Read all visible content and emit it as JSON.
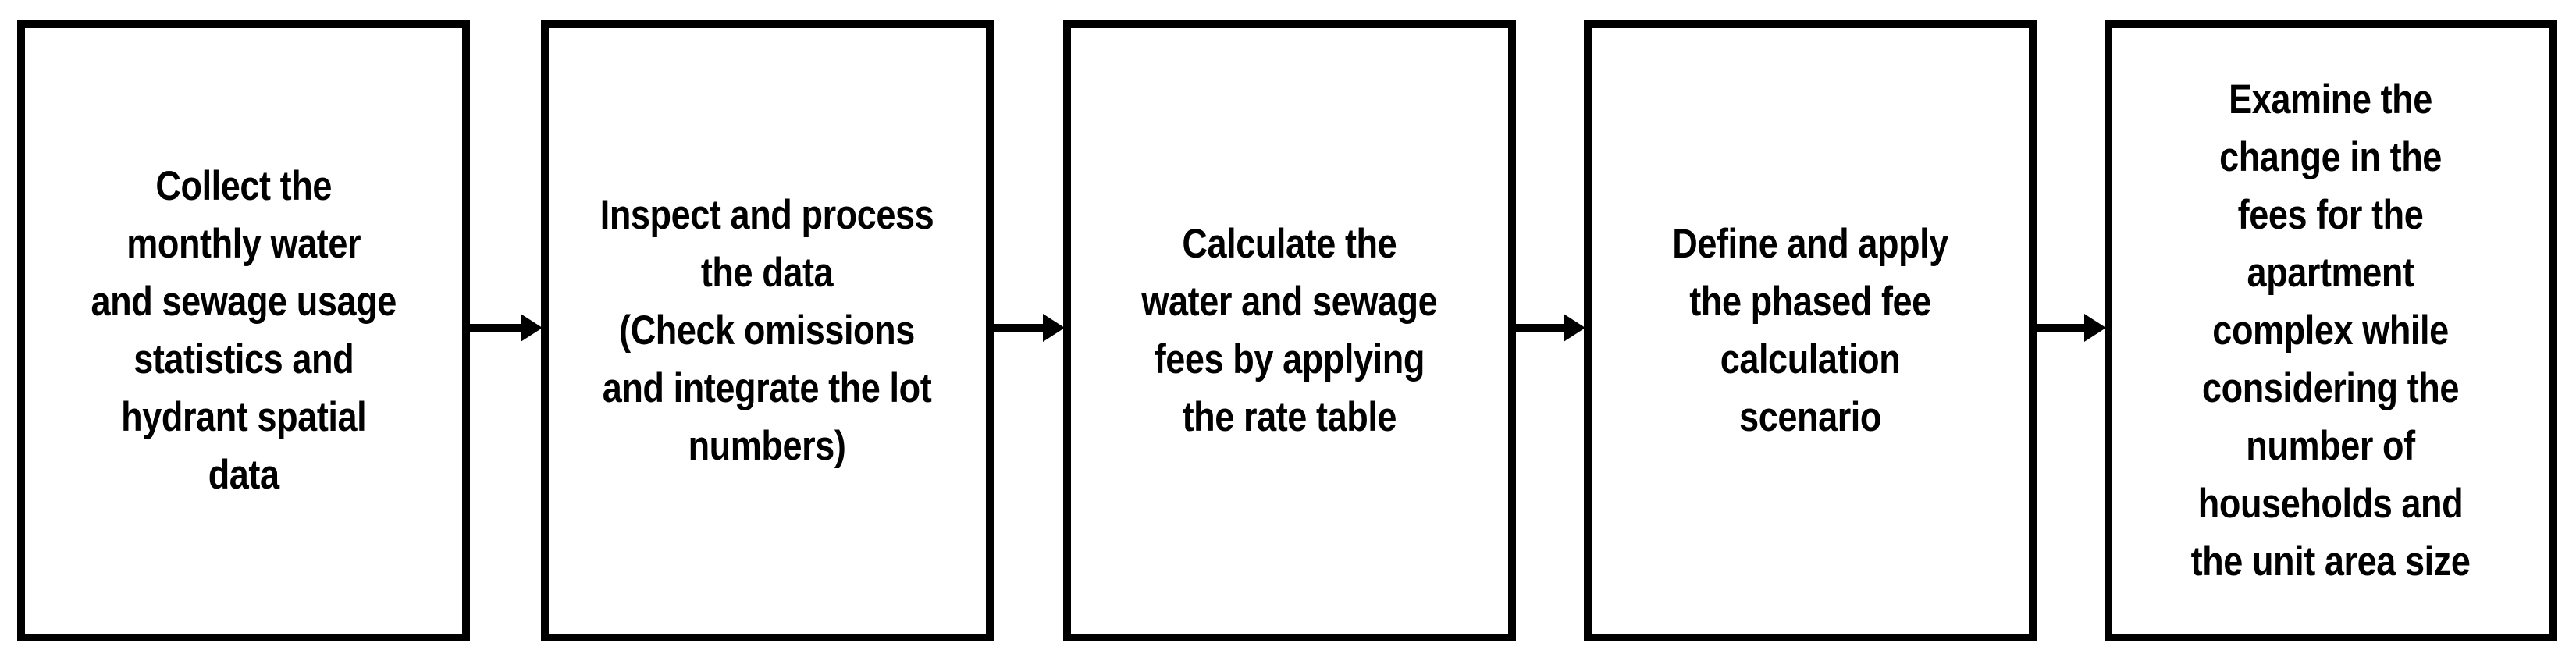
{
  "diagram": {
    "type": "flowchart",
    "direction": "left-to-right",
    "steps": [
      {
        "id": 1,
        "label": "Collect the\nmonthly water\nand sewage usage\nstatistics and\nhydrant spatial\ndata"
      },
      {
        "id": 2,
        "label": "Inspect and process\nthe data\n(Check omissions\nand integrate the lot\nnumbers)"
      },
      {
        "id": 3,
        "label": "Calculate the\nwater and sewage\nfees by applying\nthe rate table"
      },
      {
        "id": 4,
        "label": "Define and apply\nthe phased fee\ncalculation\nscenario"
      },
      {
        "id": 5,
        "label": "Examine the\nchange in the\nfees for the\napartment\ncomplex while\nconsidering the\nnumber of\nhouseholds and\nthe unit area size"
      }
    ],
    "connectors": [
      {
        "from": 1,
        "to": 2,
        "type": "arrow-right"
      },
      {
        "from": 2,
        "to": 3,
        "type": "arrow-right"
      },
      {
        "from": 3,
        "to": 4,
        "type": "arrow-right"
      },
      {
        "from": 4,
        "to": 5,
        "type": "arrow-right"
      }
    ]
  },
  "colors": {
    "background": "#ffffff",
    "box_fill": "#ffffff",
    "box_border": "#000000",
    "text": "#000000",
    "arrow": "#000000"
  }
}
